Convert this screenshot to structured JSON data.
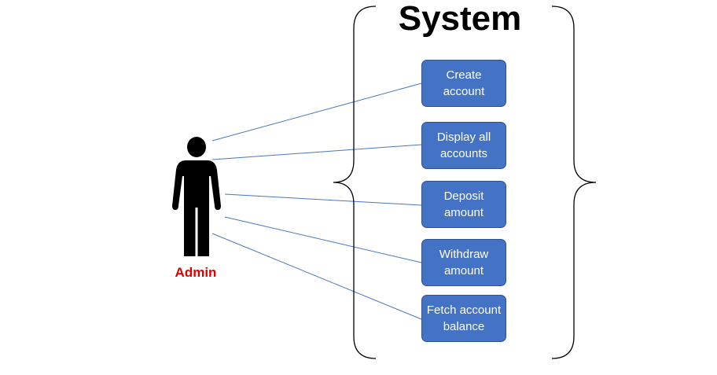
{
  "system": {
    "title": "System"
  },
  "actor": {
    "name": "Admin",
    "label_color": "#e00000",
    "icon": "person-icon"
  },
  "use_cases": [
    {
      "label": "Create account"
    },
    {
      "label": "Display all accounts"
    },
    {
      "label": "Deposit amount"
    },
    {
      "label": "Withdraw amount"
    },
    {
      "label": "Fetch account balance"
    }
  ],
  "colors": {
    "use_case_fill": "#4472c4",
    "use_case_border": "#2f528f",
    "connector": "#4a76c0",
    "bracket": "#000000"
  }
}
